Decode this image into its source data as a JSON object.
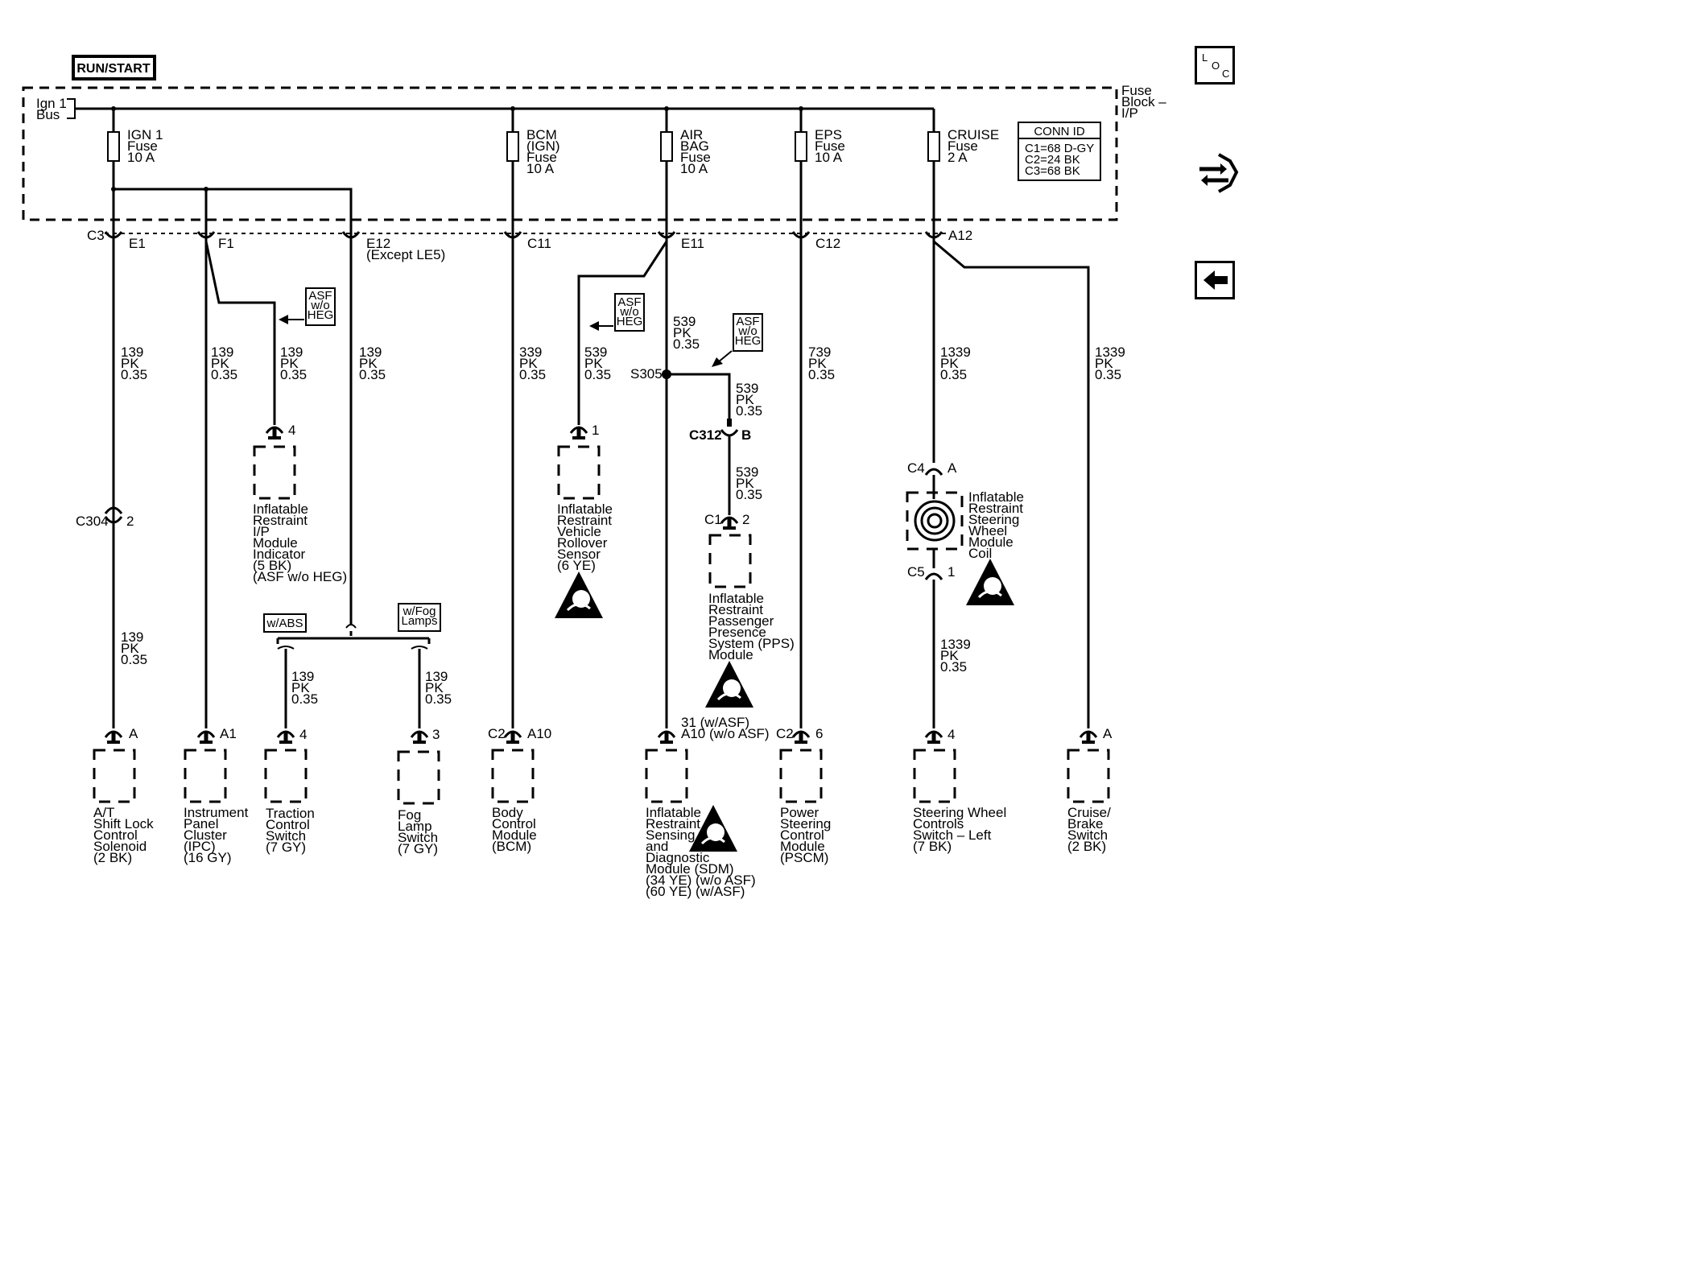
{
  "title": "RUN/START",
  "fuse_block_label": "Fuse\nBlock –\nI/P",
  "ign_bus": "Ign 1\nBus",
  "conn_id": {
    "title": "CONN ID",
    "c1": "C1=68 D-GY",
    "c2": "C2=24 BK",
    "c3": "C3=68 BK"
  },
  "fuses": [
    {
      "label": "IGN 1\nFuse\n10 A"
    },
    {
      "label": "BCM\n(IGN)\nFuse\n10 A"
    },
    {
      "label": "AIR\nBAG\nFuse\n10 A"
    },
    {
      "label": "EPS\nFuse\n10 A"
    },
    {
      "label": "CRUISE\nFuse\n2 A"
    }
  ],
  "connectors": {
    "c3": "C3",
    "e1": "E1",
    "f1": "F1",
    "e12": "E12",
    "except_le5": "(Except LE5)",
    "c11": "C11",
    "e11": "E11",
    "c12": "C12",
    "a12": "A12",
    "c304": "C304",
    "c304_pin": "2",
    "s305": "S305",
    "c312": "C312",
    "c312_pin": "B",
    "c1": "C1",
    "c1_pin": "2",
    "c4": "C4",
    "c4_pin": "A",
    "c5": "C5",
    "c5_pin": "1",
    "pin_ip_indicator": "4",
    "pin_rollover": "1",
    "shift_pin": "A",
    "ipc_pin": "A1",
    "traction_pin": "4",
    "fog_pin": "3",
    "bcm_conn": "C2",
    "bcm_pin": "A10",
    "sdm_pin": "31 (w/ASF)\nA10 (w/o ASF)",
    "pscm_conn": "C2",
    "pscm_pin": "6",
    "swc_pin": "4",
    "cruise_pin": "A"
  },
  "options": {
    "asf1": "ASF\nw/o\nHEG",
    "asf2": "ASF\nw/o\nHEG",
    "asf3": "ASF\nw/o\nHEG",
    "wabs": "w/ABS",
    "wfog": "w/Fog\nLamps"
  },
  "wires": {
    "w1": "139\nPK\n0.35",
    "w1b": "139\nPK\n0.35",
    "w2": "139\nPK\n0.35",
    "w3": "139\nPK\n0.35",
    "w4": "139\nPK\n0.35",
    "w4a": "139\nPK\n0.35",
    "w4b": "139\nPK\n0.35",
    "w5": "339\nPK\n0.35",
    "w6": "539\nPK\n0.35",
    "w7": "539\nPK\n0.35",
    "w8": "539\nPK\n0.35",
    "w9": "539\nPK\n0.35",
    "w10": "739\nPK\n0.35",
    "w11": "1339\nPK\n0.35",
    "w11b": "1339\nPK\n0.35",
    "w12": "1339\nPK\n0.35"
  },
  "components": {
    "ip_indicator": "Inflatable\nRestraint\nI/P\nModule\nIndicator\n(5 BK)\n(ASF w/o HEG)",
    "rollover": "Inflatable\nRestraint\nVehicle\nRollover\nSensor\n(6 YE)",
    "pps": "Inflatable\nRestraint\nPassenger\nPresence\nSystem (PPS)\nModule",
    "coil": "Inflatable\nRestraint\nSteering\nWheel\nModule\nCoil",
    "shift_lock": "A/T\nShift Lock\nControl\nSolenoid\n(2 BK)",
    "ipc": "Instrument\nPanel\nCluster\n(IPC)\n(16 GY)",
    "traction": "Traction\nControl\nSwitch\n(7 GY)",
    "fog": "Fog\nLamp\nSwitch\n(7 GY)",
    "bcm": "Body\nControl\nModule\n(BCM)",
    "sdm": "Inflatable\nRestraint\nSensing\nand\nDiagnostic\nModule (SDM)\n(34 YE) (w/o ASF)\n(60 YE) (w/ASF)",
    "pscm": "Power\nSteering\nControl\nModule\n(PSCM)",
    "swc": "Steering Wheel\nControls\nSwitch – Left\n(7 BK)",
    "cruise": "Cruise/\nBrake\nSwitch\n(2 BK)"
  },
  "side_buttons": {
    "loc": "L\nO\nC"
  }
}
